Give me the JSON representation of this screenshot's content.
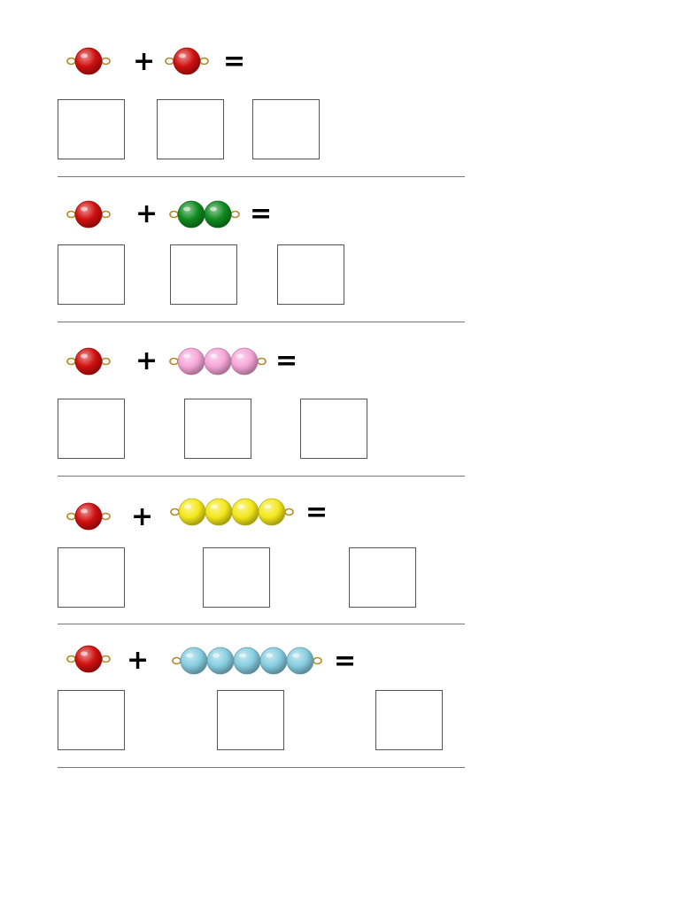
{
  "symbols": {
    "plus": "+",
    "equals": "="
  },
  "colors": {
    "red": "#d01010",
    "green": "#0f8a1f",
    "pink": "#f6a6d8",
    "yellow": "#f4e81a",
    "lightblue": "#86cde0",
    "wire": "#b08a2a",
    "box_border": "#555555",
    "rule": "#777777"
  },
  "problems": [
    {
      "first_count": 1,
      "first_color": "red",
      "second_count": 1,
      "second_color": "red"
    },
    {
      "first_count": 1,
      "first_color": "red",
      "second_count": 2,
      "second_color": "green"
    },
    {
      "first_count": 1,
      "first_color": "red",
      "second_count": 3,
      "second_color": "pink"
    },
    {
      "first_count": 1,
      "first_color": "red",
      "second_count": 4,
      "second_color": "yellow"
    },
    {
      "first_count": 1,
      "first_color": "red",
      "second_count": 5,
      "second_color": "lightblue"
    }
  ]
}
